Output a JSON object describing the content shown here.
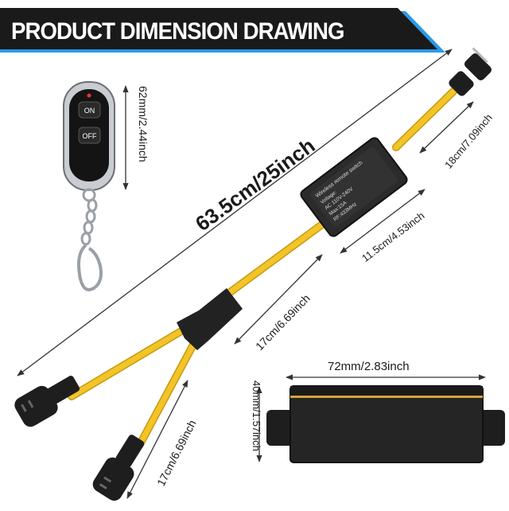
{
  "title": "PRODUCT DIMENSION DRAWING",
  "remote": {
    "on_label": "ON",
    "off_label": "OFF"
  },
  "switch_box": {
    "lines": [
      "Wireless remote switch",
      "Voltage:",
      "AC 110V-240V",
      "Max:15A",
      "RF:433MHz"
    ]
  },
  "dimensions": {
    "overall_length": "63.5cm/25inch",
    "remote_height": "62mm/2.44inch",
    "plug_cable": "18cm/7.09inch",
    "box_length": "11.5cm/4.53inch",
    "main_cable": "17cm/6.69inch",
    "branch_cable": "17cm/6.69inch",
    "box_width": "72mm/2.83inch",
    "box_height": "40mm/1.57inch"
  },
  "colors": {
    "banner": "#1a1a1a",
    "accent": "#2b9ae8",
    "cable": "#f2c428",
    "cable_edge": "#c79a10",
    "housing": "#222222"
  }
}
